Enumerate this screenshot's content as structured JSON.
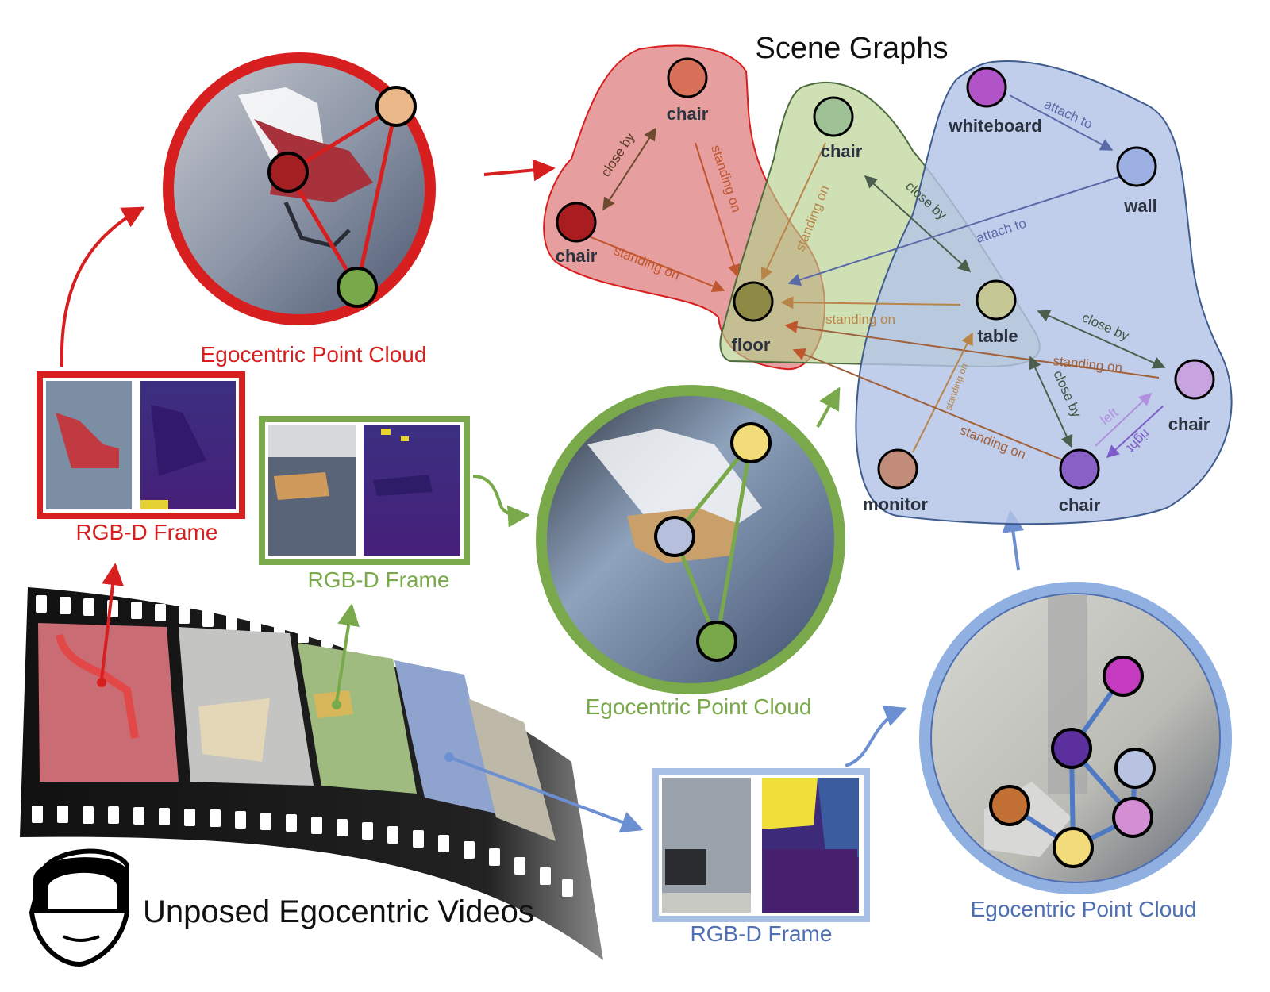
{
  "title": "Scene Graphs",
  "video_label": "Unposed Egocentric Videos",
  "captions": {
    "red": {
      "point_cloud": "Egocentric Point Cloud",
      "rgbd": "RGB-D Frame"
    },
    "green": {
      "point_cloud": "Egocentric Point Cloud",
      "rgbd": "RGB-D Frame"
    },
    "blue": {
      "point_cloud": "Egocentric Point Cloud",
      "rgbd": "RGB-D Frame"
    }
  },
  "colors": {
    "red": "#d81f1f",
    "green": "#79a94a",
    "blue": "#6c8fd1",
    "red_region": "#e89090",
    "green_region": "#c9dea1",
    "blue_region": "#bccbe9"
  },
  "nodes": {
    "chair_red_top": "chair",
    "chair_red_left": "chair",
    "floor": "floor",
    "chair_green": "chair",
    "table": "table",
    "whiteboard": "whiteboard",
    "wall": "wall",
    "monitor": "monitor",
    "chair_blue_bottom": "chair",
    "chair_blue_right": "chair"
  },
  "edges": {
    "close_by_red": "close by",
    "standing_on_red_top": "standing on",
    "standing_on_red_left": "standing on",
    "standing_on_green_chair": "standing on",
    "close_by_green": "close by",
    "standing_on_table": "standing on",
    "attach_to_whiteboard": "attach to",
    "attach_to_wall": "attach to",
    "close_by_table_right": "close by",
    "standing_on_right_chair": "standing on",
    "close_by_table_bottom": "close by",
    "standing_on_monitor": "standing on",
    "standing_on_bottom_chair": "standing on",
    "left": "left",
    "right": "right"
  }
}
